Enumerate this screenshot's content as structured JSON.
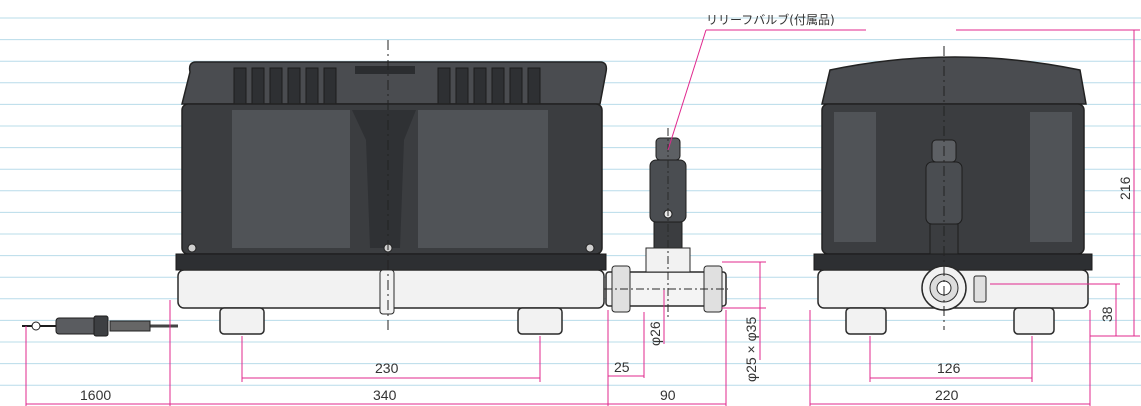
{
  "colors": {
    "background": "#ffffff",
    "ruled_line": "#b8dcea",
    "dimension_line": "#e0288e",
    "body_dark": "#3b3d40",
    "body_mid": "#55585c",
    "body_light": "#f2f2f2",
    "outline": "#2a2a2a",
    "text": "#333333"
  },
  "callout": {
    "relief_valve": "リリーフバルブ(付属品)"
  },
  "dimensions": {
    "cord_length": "1600",
    "body_length": "340",
    "foot_spacing": "230",
    "outlet_offset": "25",
    "outlet_length": "90",
    "outlet_pipe_dia": "φ26",
    "outlet_socket_dia": "φ25 × φ35",
    "side_width": "220",
    "side_foot_spacing": "126",
    "height": "216",
    "outlet_height": "38"
  },
  "icons": [
    "power-plug-icon",
    "relief-valve-icon"
  ]
}
